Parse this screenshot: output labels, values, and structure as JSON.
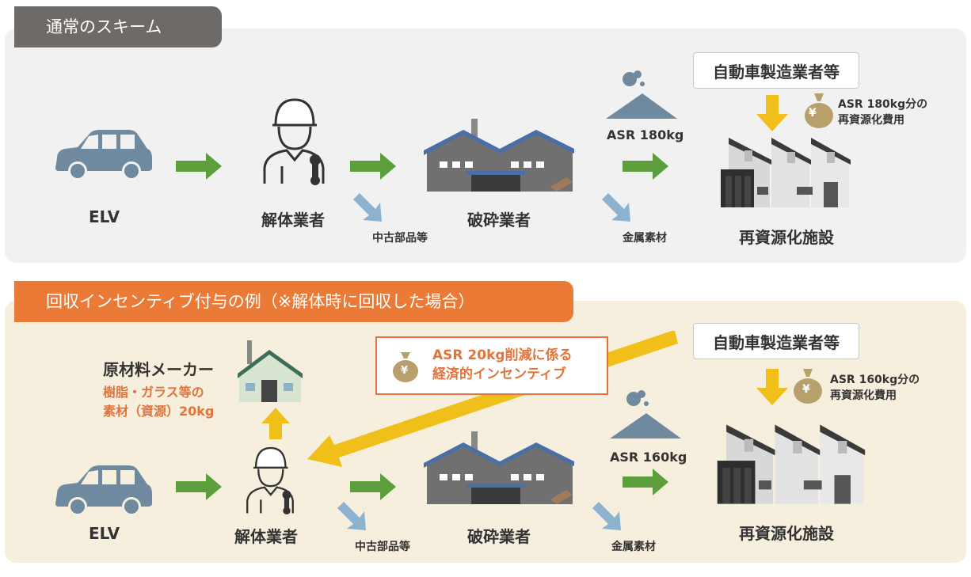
{
  "top": {
    "tab_title": "通常のスキーム",
    "elv_label": "ELV",
    "dismantler_label": "解体業者",
    "used_parts_label": "中古部品等",
    "shredder_label": "破砕業者",
    "asr_label": "ASR 180kg",
    "metal_label": "金属素材",
    "manufacturer_label": "自動車製造業者等",
    "fee_line1": "ASR 180kg分の",
    "fee_line2": "再資源化費用",
    "facility_label": "再資源化施設"
  },
  "bottom": {
    "tab_title": "回収インセンティブ付与の例（※解体時に回収した場合）",
    "raw_maker_label": "原材料メーカー",
    "material_line1": "樹脂・ガラス等の",
    "material_line2": "素材（資源）20kg",
    "incentive_line1": "ASR 20kg削減に係る",
    "incentive_line2": "経済的インセンティブ",
    "manufacturer_label": "自動車製造業者等",
    "fee_line1": "ASR 160kg分の",
    "fee_line2": "再資源化費用",
    "asr_label": "ASR 160kg",
    "elv_label": "ELV",
    "dismantler_label": "解体業者",
    "used_parts_label": "中古部品等",
    "shredder_label": "破砕業者",
    "metal_label": "金属素材",
    "facility_label": "再資源化施設"
  },
  "icons": {
    "yen": "¥",
    "colors": {
      "green_arrow": "#5c9e3c",
      "blue_arrow": "#8db2cf",
      "yellow_arrow": "#f0bf1a",
      "car": "#6f8a9e",
      "accent": "#e2733a"
    }
  }
}
